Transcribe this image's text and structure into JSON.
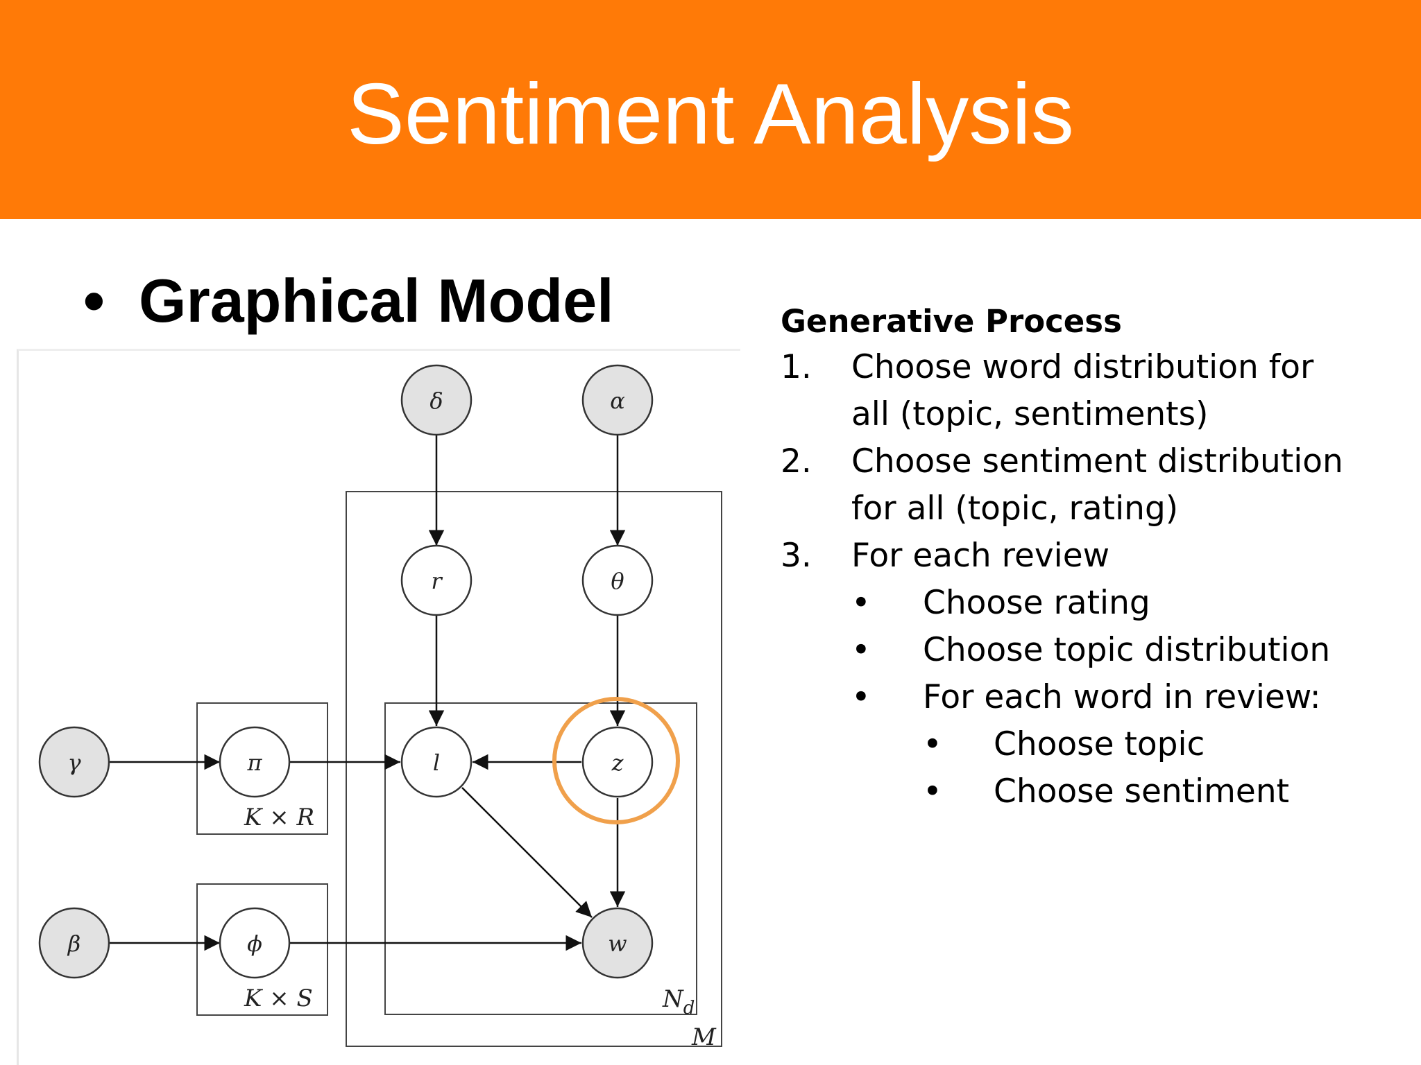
{
  "header": {
    "title": "Sentiment Analysis",
    "color": "#ff7a07"
  },
  "slide": {
    "heading_bullet": "•",
    "heading": "Graphical Model"
  },
  "diagram": {
    "nodes": [
      {
        "id": "delta",
        "label": "δ",
        "shaded": true
      },
      {
        "id": "alpha",
        "label": "α",
        "shaded": true
      },
      {
        "id": "r",
        "label": "r",
        "shaded": false
      },
      {
        "id": "theta",
        "label": "θ",
        "shaded": false
      },
      {
        "id": "gamma",
        "label": "γ",
        "shaded": true
      },
      {
        "id": "pi",
        "label": "π",
        "shaded": false
      },
      {
        "id": "l",
        "label": "l",
        "shaded": false
      },
      {
        "id": "z",
        "label": "z",
        "shaded": false,
        "highlighted": true
      },
      {
        "id": "beta",
        "label": "β",
        "shaded": true
      },
      {
        "id": "phi",
        "label": "ϕ",
        "shaded": false
      },
      {
        "id": "w",
        "label": "w",
        "shaded": true
      }
    ],
    "edges": [
      [
        "delta",
        "r"
      ],
      [
        "alpha",
        "theta"
      ],
      [
        "r",
        "l"
      ],
      [
        "theta",
        "z"
      ],
      [
        "gamma",
        "pi"
      ],
      [
        "pi",
        "l"
      ],
      [
        "z",
        "l"
      ],
      [
        "l",
        "w"
      ],
      [
        "z",
        "w"
      ],
      [
        "beta",
        "phi"
      ],
      [
        "phi",
        "w"
      ]
    ],
    "plates": [
      {
        "id": "KxR",
        "label": "K × R"
      },
      {
        "id": "KxS",
        "label": "K × S"
      },
      {
        "id": "Nd",
        "label": "N",
        "label_sub": "d"
      },
      {
        "id": "M",
        "label": "M"
      }
    ],
    "shaded_fill": "#e2e2e2",
    "highlight_color": "#f0a04b"
  },
  "process": {
    "title": "Generative Process",
    "steps": [
      {
        "num": "1.",
        "text": "Choose word distribution for",
        "text2": "all (topic, sentiments)"
      },
      {
        "num": "2.",
        "text": "Choose sentiment distribution",
        "text2": "for all (topic, rating)"
      },
      {
        "num": "3.",
        "text": "For each review"
      }
    ],
    "review_items": [
      "Choose rating",
      "Choose topic distribution",
      "For each word in review:"
    ],
    "word_items": [
      "Choose topic",
      "Choose sentiment"
    ],
    "bullet": "•"
  }
}
